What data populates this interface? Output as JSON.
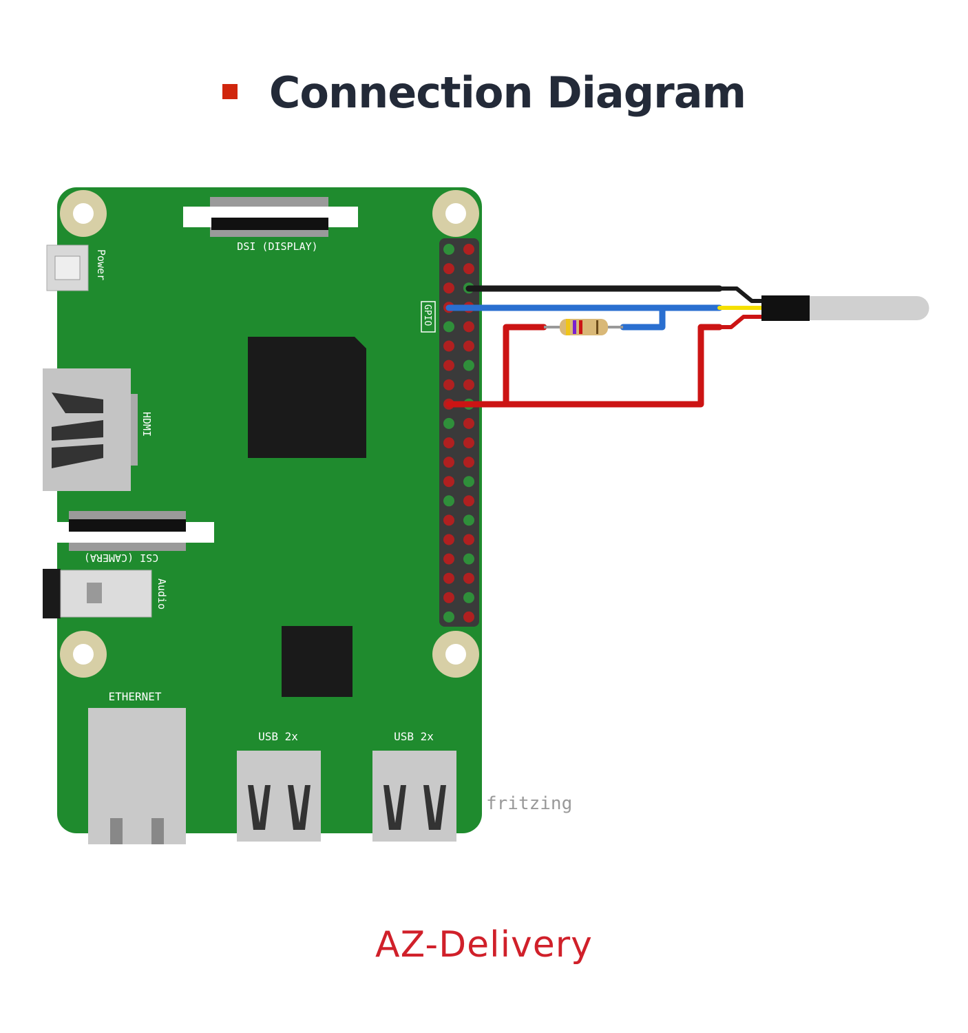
{
  "header": {
    "title": "Connection Diagram",
    "accent_color": "#d0260d"
  },
  "board": {
    "labels": {
      "power": "Power",
      "dsi": "DSI (DISPLAY)",
      "gpio": "GPIO",
      "hdmi": "HDMI",
      "csi": "CSI (CAMERA)",
      "audio": "Audio",
      "ethernet": "ETHERNET",
      "usb1": "USB 2x",
      "usb2": "USB 2x"
    },
    "board_color": "#1f8b2e"
  },
  "wires": {
    "black": "#1a1a1a",
    "blue": "#2a6fd0",
    "red": "#cc1414",
    "yellow": "#f5e000"
  },
  "watermark": "fritzing",
  "footer": {
    "brand": "AZ-Delivery",
    "brand_color": "#d0202a"
  }
}
